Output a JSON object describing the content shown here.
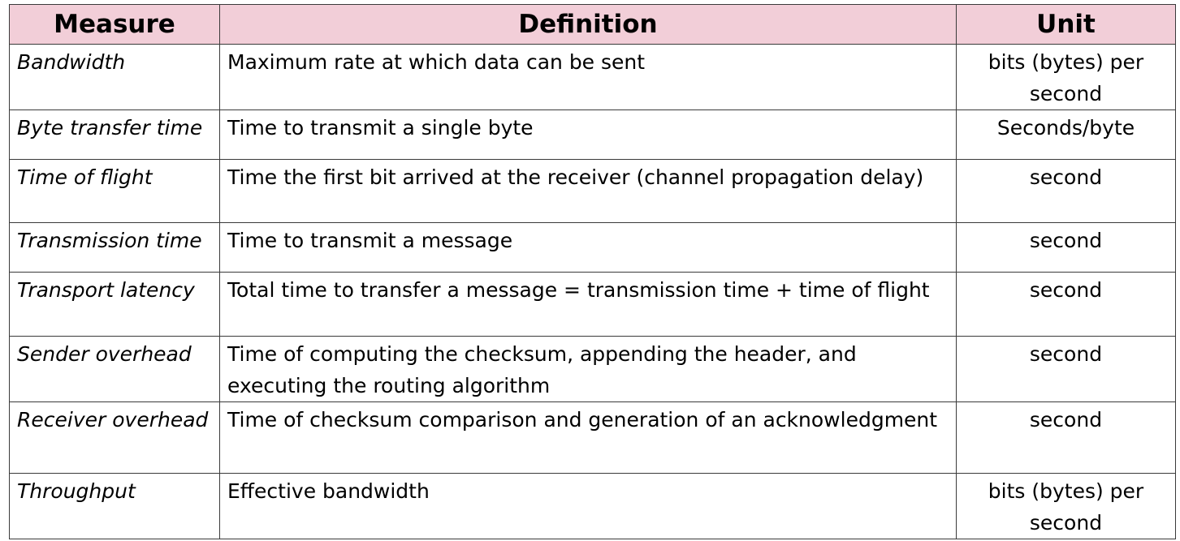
{
  "table": {
    "headers": {
      "measure": "Measure",
      "definition": "Definition",
      "unit": "Unit"
    },
    "rows": [
      {
        "measure": "Bandwidth",
        "definition": "Maximum rate at which data can be sent",
        "unit": "bits (bytes)  per second"
      },
      {
        "measure": "Byte transfer time",
        "definition": "Time to transmit a single byte",
        "unit": "Seconds/byte"
      },
      {
        "measure": "Time of flight",
        "definition": "Time the first bit arrived at the receiver (channel propagation delay)",
        "unit": "second"
      },
      {
        "measure": "Transmission time",
        "definition": "Time to transmit a message",
        "unit": "second"
      },
      {
        "measure": "Transport latency",
        "definition": "Total time to transfer a message = transmission time + time of flight",
        "unit": "second"
      },
      {
        "measure": "Sender overhead",
        "definition": "Time of computing the checksum, appending the header, and executing the routing algorithm",
        "unit": "second"
      },
      {
        "measure": "Receiver overhead",
        "definition": "Time of checksum comparison and generation of an acknowledgment",
        "unit": "second"
      },
      {
        "measure": "Throughput",
        "definition": "Effective bandwidth",
        "unit": "bits (bytes) per second"
      }
    ]
  },
  "colors": {
    "header_background": "#f2ced8",
    "border": "#3a3a3a",
    "text": "#000000"
  }
}
